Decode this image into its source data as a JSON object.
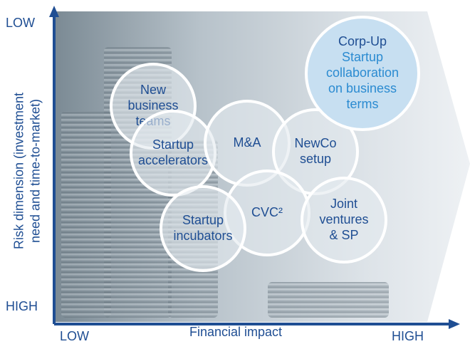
{
  "axes": {
    "y_label": "Risk dimension (investment\nneed and time-to-market)",
    "x_label": "Financial impact",
    "y_top": "LOW",
    "y_bottom": "HIGH",
    "x_left": "LOW",
    "x_right": "HIGH"
  },
  "bubbles": {
    "new_business_teams": "New\nbusiness\nteams",
    "startup_accelerators": "Startup\naccelerators",
    "ma": "M&A",
    "newco_setup": "NewCo\nsetup",
    "cvc": "CVC²",
    "startup_incubators": "Startup\nincubators",
    "joint_ventures": "Joint\nventures\n& SP",
    "corp_up_title": "Corp-Up",
    "corp_up_subtitle": "Startup\ncollaboration\non business\nterms"
  },
  "colors": {
    "axis": "#1f4e93",
    "text": "#1f4e93",
    "highlight_fill": "#c7dff1",
    "highlight_text": "#2b8bd1"
  }
}
